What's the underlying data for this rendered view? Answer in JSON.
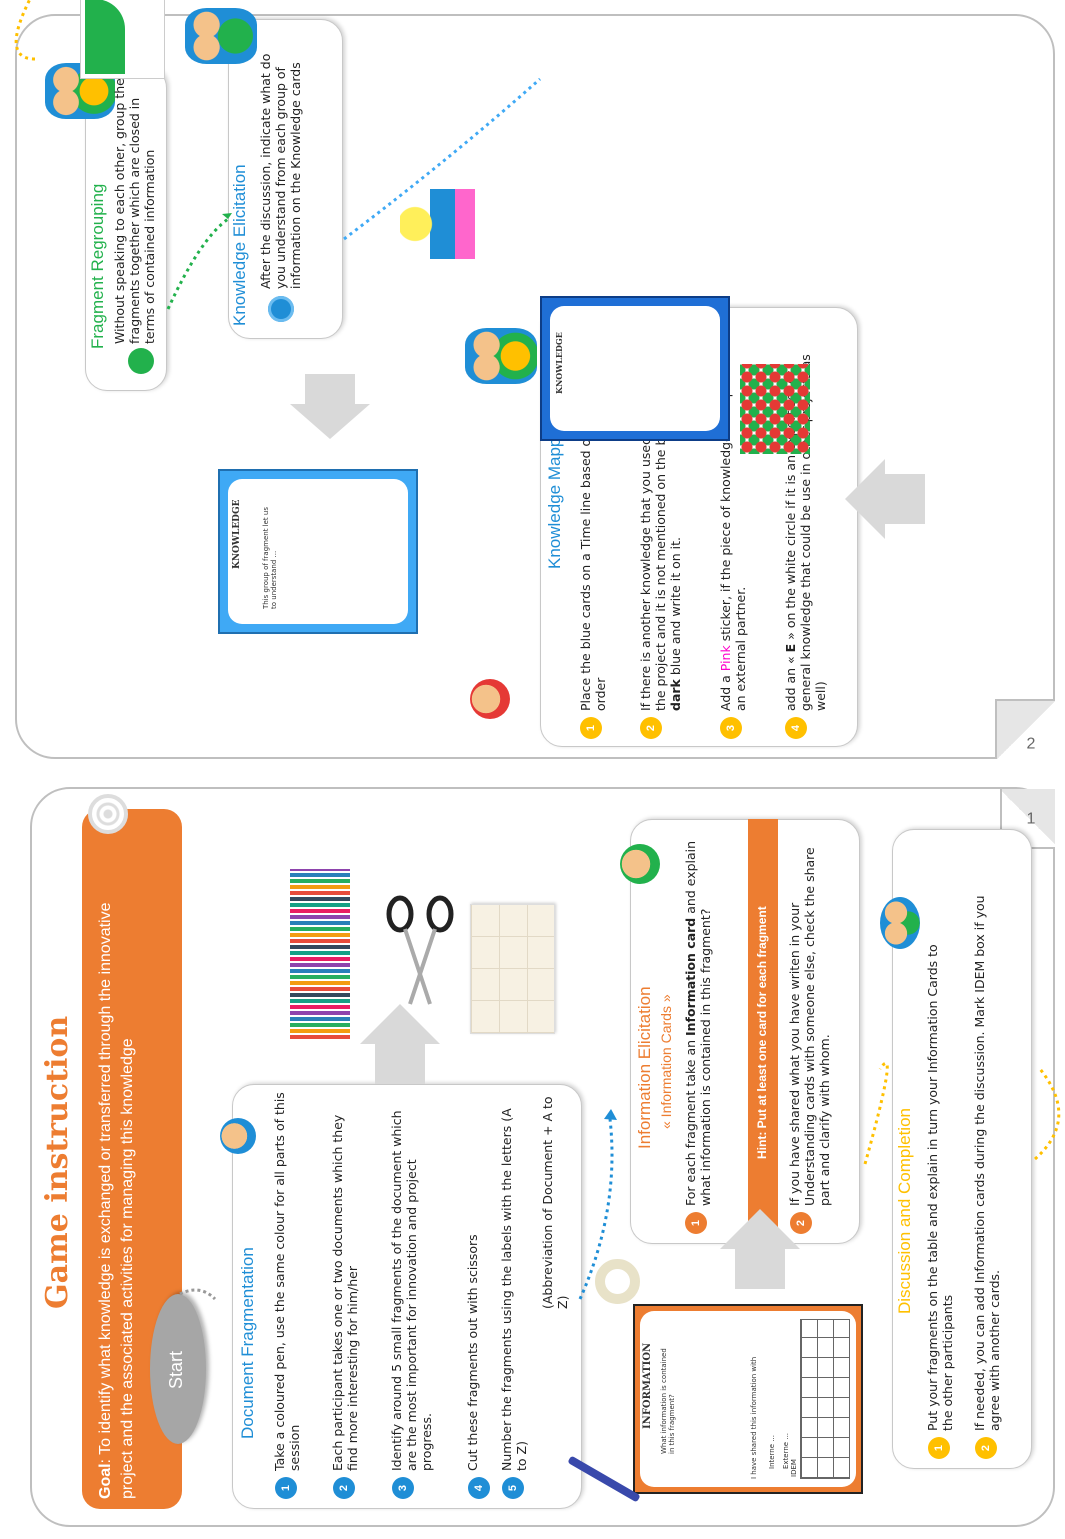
{
  "page1": {
    "title": "Game instruction",
    "goal_label": "Goal",
    "goal_text": ": To identify what knowledge is exchanged or transferred through the innovative project and the associated activities for managing this knowledge",
    "start": "Start",
    "page_number": "1",
    "doc_frag": {
      "title": "Document Fragmentation",
      "steps": [
        "Take a coloured pen, use the same colour for all parts of this session",
        "Each participant takes one or two documents which they find more interesting for him/her",
        "Identify around 5 small fragments of the document which are the most important for innovation and project progress.",
        "Cut these fragments out with scissors",
        "Number the fragments using the labels with the letters (A to Z)"
      ],
      "note": "(Abbreviation of Document + A to Z)"
    },
    "info_elic": {
      "title": "Information Elicitation",
      "subtitle": "« Information Cards »",
      "step1_a": "For each fragment take an ",
      "step1_b": "Information card",
      "step1_c": " and explain what information is contained in this fragment?",
      "hint": "Hint: Put at least one card for each fragment",
      "step2": "If you have shared what you have writen in your Understanding cards with someone else, check the share part and clarify with whom."
    },
    "discussion": {
      "title": "Discussion and Completion",
      "steps": [
        "Put your fragments on the table and explain in turn your Information Cards to the other participants",
        "If needed, you can add Information cards during the discussion. Mark IDEM box if you agree with another cards."
      ]
    },
    "info_card": {
      "header": "INFORMATION",
      "q1": "What information is contained in this fragment?",
      "q2": "I have shared this information with",
      "opt1": "Interne ...",
      "opt2": "Externe ...",
      "idem": "IDEM"
    }
  },
  "page2": {
    "page_number": "2",
    "frag_regroup": {
      "title": "Fragment Regrouping",
      "text": "Without speaking to each other, group the fragments together which are closed in terms of contained information"
    },
    "know_elic": {
      "title": "Knowledge Elicitation",
      "text": "After the discussion, indicate what do you understand from each group of information on the Knowledge cards"
    },
    "know_map": {
      "title": "Knowledge Mapping",
      "s1": "Place the blue cards on a Time line based on the chorological order",
      "s2_a": "If there is another knowledge that you used or created during the project and it is not mentioned on the blue cards, add a ",
      "s2_b": "dark",
      "s2_c": " blue and write it on it.",
      "s3_a": "Add a ",
      "s3_b": "Pink",
      "s3_c": " sticker, if the piece of knowledge is acquired via an external partner.",
      "s4_a": "add an « ",
      "s4_b": "E",
      "s4_c": " » on the white circle if it is an expertise (or general knowledge that could be use in other projects as well)"
    },
    "kcard1": {
      "header": "KNOWLEDGE",
      "text": "This group of fragment let us to understand ..."
    },
    "kcard2": {
      "header": "KNOWLEDGE"
    }
  },
  "colors": {
    "orange": "#ed7d31",
    "blue": "#1f8ed6",
    "green": "#22b14c",
    "yellow": "#ffc000",
    "light_blue": "#3fa9f5",
    "magenta": "#ff00cc"
  }
}
